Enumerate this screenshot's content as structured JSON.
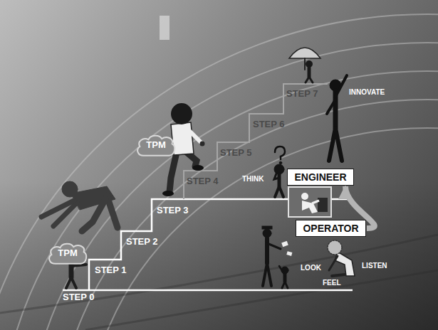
{
  "diagram": {
    "nodes": [
      {
        "text": [
          "TPM"
        ]
      },
      {
        "text": [
          "ENGINEER"
        ]
      },
      {
        "text": [
          "OPERATOR"
        ]
      },
      {
        "text": [
          "TPM"
        ]
      }
    ],
    "edges": [
      {
        "from": 2,
        "to": 1,
        "arrow": "to"
      }
    ],
    "labels": [
      "STEP 0",
      "STEP 1",
      "STEP 2",
      "STEP 3",
      "STEP 4",
      "STEP 5",
      "STEP 6",
      "STEP 7",
      "THINK",
      "INNOVATE",
      "LOOK",
      "FEEL",
      "LISTEN"
    ]
  }
}
